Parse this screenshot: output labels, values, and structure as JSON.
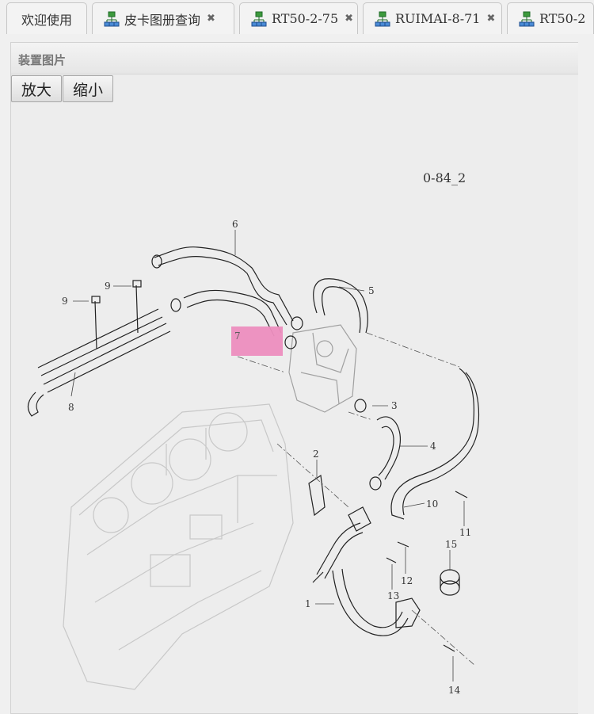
{
  "tabs": [
    {
      "label": "欢迎使用",
      "icon": null
    },
    {
      "label": "皮卡图册查询",
      "icon": "sitemap-icon",
      "closable": true
    },
    {
      "label": "RT50-2-75",
      "icon": "sitemap-icon",
      "closable": true
    },
    {
      "label": "RUIMAI-8-71",
      "icon": "sitemap-icon",
      "closable": true
    },
    {
      "label": "RT50-2",
      "icon": "sitemap-icon",
      "closable": false
    }
  ],
  "panel": {
    "title": "装置图片",
    "zoom_in_label": "放大",
    "zoom_out_label": "缩小"
  },
  "diagram": {
    "code": "0-84_2",
    "highlighted_part": "7",
    "highlight_color": "#ee8fbf",
    "part_numbers": [
      "1",
      "2",
      "3",
      "4",
      "5",
      "6",
      "8",
      "9",
      "9",
      "10",
      "11",
      "12",
      "13",
      "14",
      "15"
    ]
  },
  "colors": {
    "accent_icon": "#2e8b3a",
    "tab_border": "#c6c6c6"
  }
}
